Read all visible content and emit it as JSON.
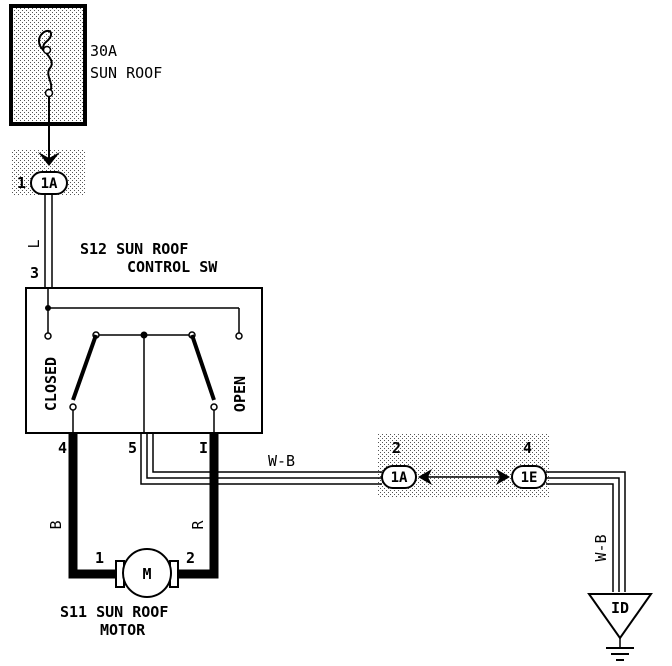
{
  "fuse": {
    "rating": "30A",
    "name": "SUN ROOF"
  },
  "connectors": {
    "top_1a": {
      "id": "1A",
      "pin": "1"
    },
    "mid_1a": {
      "id": "1A",
      "pin": "2"
    },
    "mid_1e": {
      "id": "1E",
      "pin": "4"
    }
  },
  "wires": {
    "fuse_to_switch": "L",
    "motor_left": "B",
    "motor_right": "R",
    "ground_horiz": "W-B",
    "ground_vert": "W-B"
  },
  "switch": {
    "title": "S12 SUN ROOF",
    "subtitle": "CONTROL SW",
    "closed_label": "CLOSED",
    "open_label": "OPEN",
    "pin_in": "3",
    "pin_left": "4",
    "pin_mid": "5",
    "pin_right": "I"
  },
  "motor": {
    "symbol": "M",
    "title": "S11 SUN ROOF",
    "subtitle": "MOTOR",
    "pin_left": "1",
    "pin_right": "2"
  },
  "ground": {
    "label": "ID"
  }
}
